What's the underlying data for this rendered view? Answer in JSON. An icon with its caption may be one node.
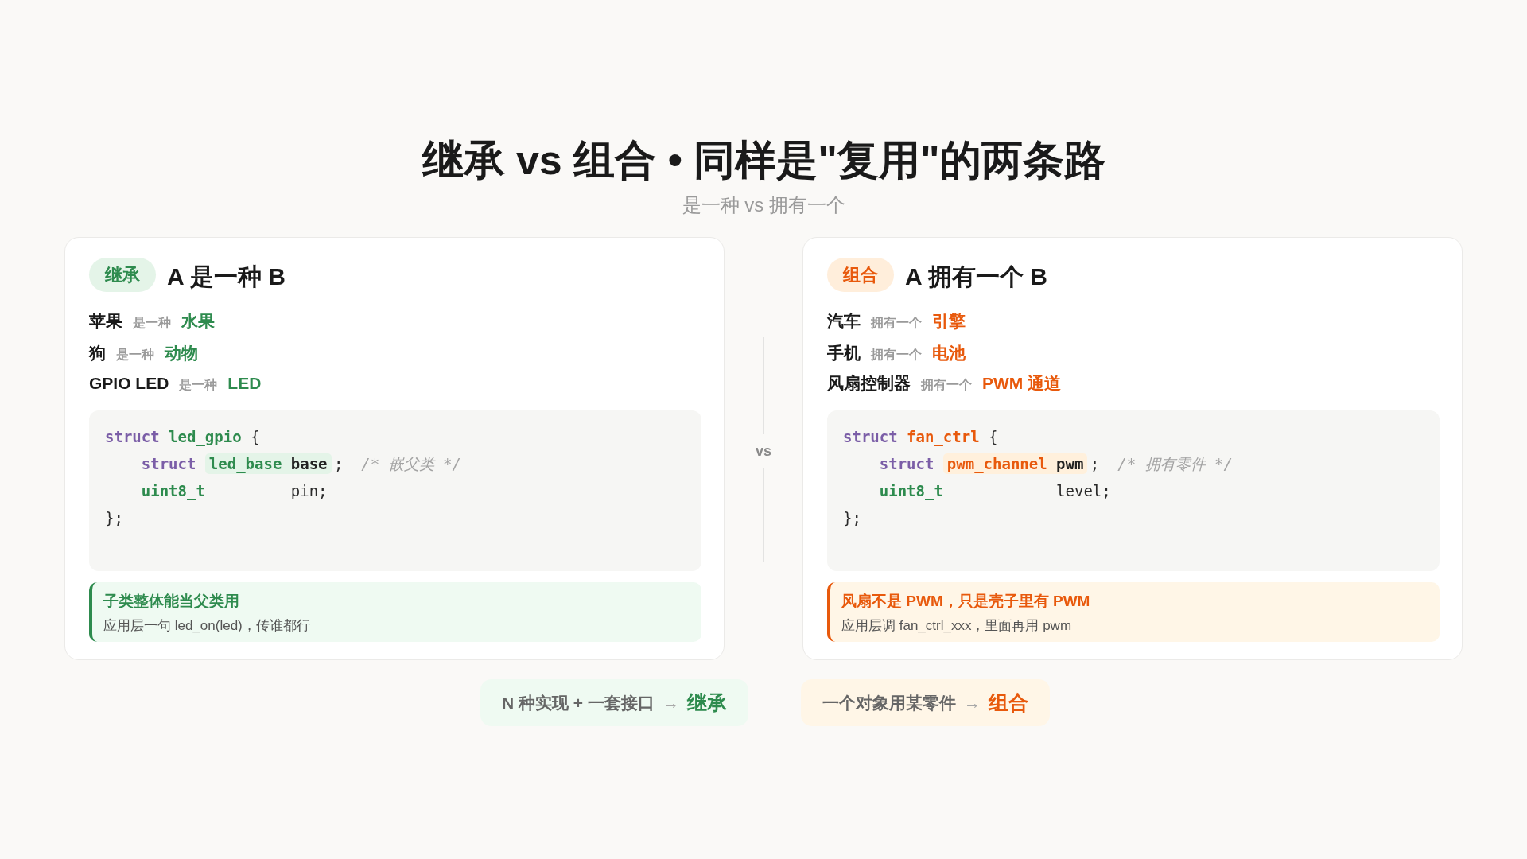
{
  "diagram": {
    "title": "继承 vs 组合 • 同样是\"复用\"的两条路",
    "nodes": [
      {
        "text": [
          "A 是一种 B",
          "苹果",
          "是一种",
          "水果",
          "狗",
          "是一种",
          "动物",
          "GPIO LED",
          "是一种",
          "LED"
        ]
      },
      {
        "text": [
          "继承"
        ],
        "in": 0
      },
      {
        "text": [
          "struct",
          "led_gpio",
          "{",
          "struct",
          ";",
          "/* 嵌父类 */",
          "uint8_t",
          "pin;",
          "};"
        ],
        "in": 0
      },
      {
        "text": [
          "led_base",
          "base"
        ],
        "in": 2
      },
      {
        "text": [
          "子类整体能当父类用",
          "应用层一句 led_on(led)，传谁都行"
        ],
        "in": 0
      },
      {
        "text": [
          "A 拥有一个 B",
          "汽车",
          "拥有一个",
          "引擎",
          "手机",
          "拥有一个",
          "电池",
          "风扇控制器",
          "拥有一个",
          "PWM 通道"
        ]
      },
      {
        "text": [
          "组合"
        ],
        "in": 5
      },
      {
        "text": [
          "struct",
          "fan_ctrl",
          "{",
          "struct",
          ";",
          "/* 拥有零件 */",
          "uint8_t",
          "level;",
          "};"
        ],
        "in": 5
      },
      {
        "text": [
          "pwm_channel",
          "pwm"
        ],
        "in": 7
      },
      {
        "text": [
          "风扇不是 PWM，只是壳子里有 PWM",
          "应用层调 fan_ctrl_xxx，里面再用 pwm"
        ],
        "in": 5
      },
      {
        "text": [
          "N 种实现 + 一套接口",
          "→",
          "继承"
        ]
      },
      {
        "text": [
          "一个对象用某零件",
          "→",
          "组合"
        ]
      }
    ],
    "labels": [
      "是一种 vs 拥有一个",
      "vs"
    ]
  }
}
